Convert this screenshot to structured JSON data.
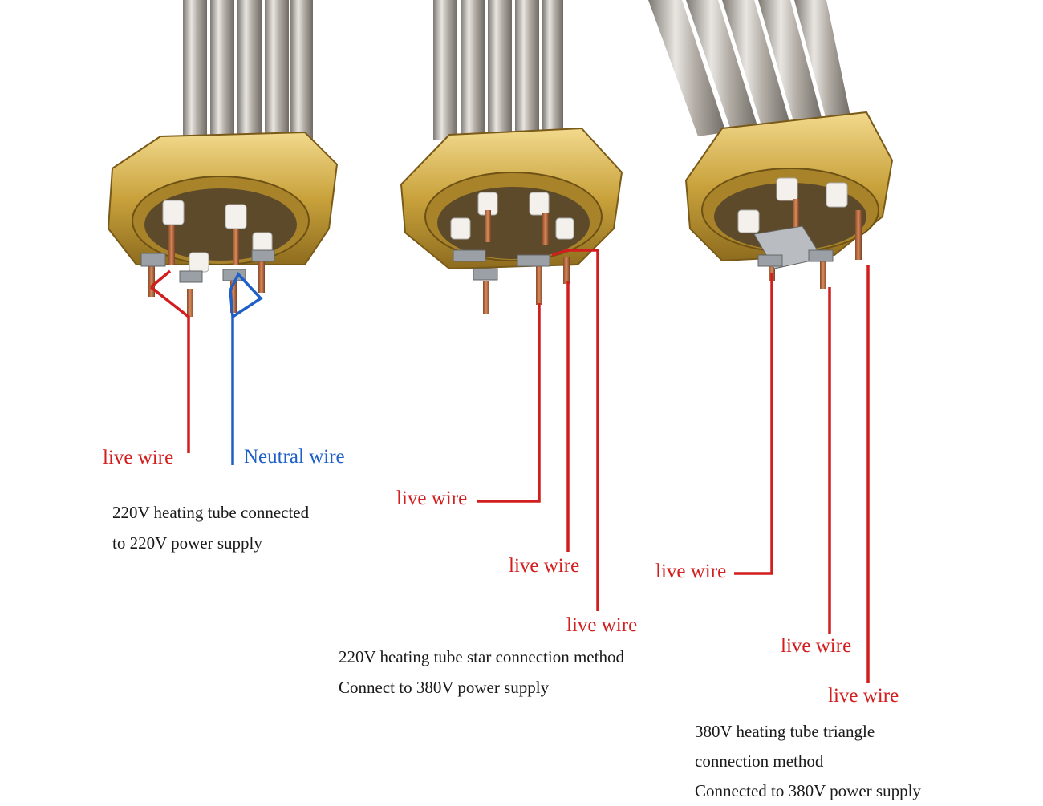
{
  "colors": {
    "live": "#d21e1e",
    "neutral": "#1f5fc8",
    "caption": "#1a1a1a",
    "brass": "#c9a23c",
    "steel": "#b9b4ad"
  },
  "heaters": [
    {
      "wiring": "single-phase",
      "wires": [
        {
          "kind": "live",
          "label": "live wire"
        },
        {
          "kind": "neutral",
          "label": "Neutral wire"
        }
      ],
      "caption": [
        "220V heating tube connected",
        "to 220V power supply"
      ]
    },
    {
      "wiring": "star",
      "wires": [
        {
          "kind": "live",
          "label": "live wire"
        },
        {
          "kind": "live",
          "label": "live wire"
        },
        {
          "kind": "live",
          "label": "live wire"
        }
      ],
      "caption": [
        "220V heating tube star connection method",
        "Connect to 380V power supply"
      ]
    },
    {
      "wiring": "triangle",
      "wires": [
        {
          "kind": "live",
          "label": "live wire"
        },
        {
          "kind": "live",
          "label": "live wire"
        },
        {
          "kind": "live",
          "label": "live wire"
        }
      ],
      "caption": [
        "380V heating tube triangle",
        "connection method",
        "Connected to 380V power supply"
      ]
    }
  ]
}
